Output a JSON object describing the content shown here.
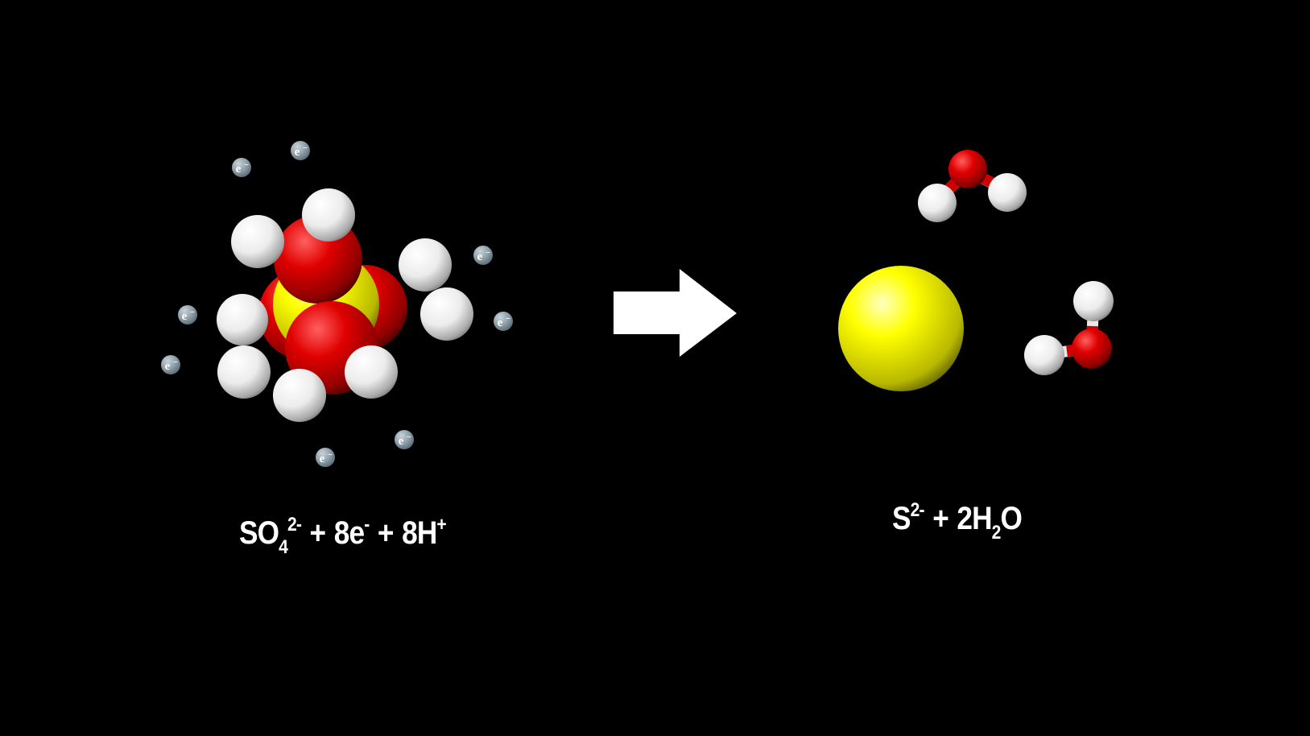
{
  "colors": {
    "background": "#000000",
    "sulfur": "#ffff00",
    "oxygen": "#e00000",
    "hydrogen": "#ffffff",
    "electron": "#8a9aa4",
    "arrow": "#ffffff"
  },
  "electron_label": "e",
  "electron_sign": "−",
  "reactants": {
    "sulfate": {
      "main": "SO",
      "sub": "4",
      "sup": "2-"
    },
    "plus_1": "+",
    "electrons": {
      "main": "8e",
      "sup": "-"
    },
    "plus_2": "+",
    "protons": {
      "main": "8H",
      "sup": "+"
    }
  },
  "products": {
    "sulfide": {
      "main": "S",
      "sup": "2-"
    },
    "plus": "+",
    "water": {
      "coef_h": "2H",
      "sub": "2",
      "o": "O"
    }
  },
  "icons": {
    "arrow": "right-arrow-icon"
  }
}
